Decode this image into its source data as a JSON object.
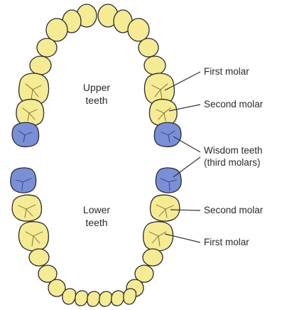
{
  "diagram": {
    "jaw_labels": {
      "upper_line1": "Upper",
      "upper_line2": "teeth",
      "lower_line1": "Lower",
      "lower_line2": "teeth"
    },
    "callouts": {
      "upper_first_molar": "First molar",
      "upper_second_molar": "Second molar",
      "wisdom_line1": "Wisdom teeth",
      "wisdom_line2": "(third molars)",
      "lower_second_molar": "Second molar",
      "lower_first_molar": "First molar"
    },
    "colors": {
      "tooth": "#f6eb95",
      "wisdom_tooth": "#7a8fd6",
      "outline": "#2b2b2b",
      "background": "#ffffff"
    }
  }
}
